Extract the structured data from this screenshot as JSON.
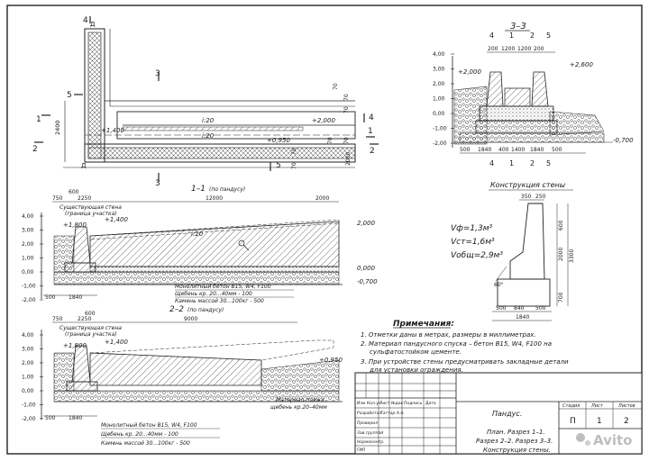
{
  "plan": {
    "sections": [
      "4",
      "5",
      "3",
      "5",
      "3",
      "4",
      "1",
      "1",
      "2",
      "2"
    ],
    "dims": [
      "2400",
      "70",
      "70",
      "70",
      "70",
      "70",
      "70",
      "70",
      "2000"
    ],
    "slope_top": "i:20",
    "slope_mid": "i:20",
    "marks": [
      "+2,000",
      "+1,400",
      "+0,950"
    ],
    "grid_letter": "Д",
    "grid_letter2": "Д"
  },
  "s33": {
    "title": "3–3",
    "sections_top": [
      "4",
      "1",
      "2",
      "5"
    ],
    "dims_top": [
      "200",
      "1200",
      "1200",
      "200"
    ],
    "marks": [
      "+2,000",
      "+2,600",
      "-0,700"
    ],
    "scale": [
      "4,00",
      "3,00",
      "2,00",
      "1,00",
      "0,00",
      "-1,00",
      "-2,00"
    ],
    "dims_bottom": [
      "500",
      "1840",
      "400",
      "1400",
      "1840",
      "500"
    ],
    "sections_bottom": [
      "4",
      "1",
      "2",
      "5"
    ]
  },
  "s11": {
    "title": "1–1",
    "subtitle": "(по пандусу)",
    "dims_top": [
      "600",
      "750",
      "2250",
      "12000",
      "2000"
    ],
    "wall_label": [
      "Существующая стена",
      "(граница участка)"
    ],
    "marks": [
      "+1,800",
      "+1,400",
      "2,000",
      "0,000",
      "-0,700"
    ],
    "slope": "i:20",
    "scale": [
      "4,00",
      "3,00",
      "2,00",
      "1,00",
      "0,00",
      "-1,00",
      "-2,00"
    ],
    "dims_bottom": [
      "500",
      "1840"
    ],
    "notes": [
      "Монолитный бетон B15, W4, F100",
      "Щебень кр. 20...40мм - 100",
      "Камень массой 30...100кг - 500"
    ]
  },
  "s22": {
    "title": "2–2",
    "subtitle": "(по пандусу)",
    "dims_top": [
      "600",
      "750",
      "2250",
      "9000"
    ],
    "wall_label": [
      "Существующая стена",
      "(граница участка)"
    ],
    "marks": [
      "+1,800",
      "+1,400",
      "+0,950"
    ],
    "scale": [
      "4,00",
      "3,00",
      "2,00",
      "1,00",
      "0,00",
      "-1,00",
      "-2,00"
    ],
    "dims_bottom": [
      "500",
      "1840"
    ],
    "notes": [
      "Монолитный бетон B15, W4, F100",
      "Щебень кр. 20...40мм - 100",
      "Камень массой 30...100кг - 500"
    ],
    "beach_note": [
      "Материал пляжа",
      "щебень кр.20–40мм"
    ]
  },
  "wall": {
    "title": "Конструкция стены",
    "dims_top": [
      "350",
      "250"
    ],
    "dims_right": [
      "600",
      "2000",
      "700",
      "3300"
    ],
    "angle": "60°",
    "dims_bottom": [
      "500",
      "840",
      "500",
      "1840"
    ],
    "volumes": [
      "Vф=1,3м³",
      "Vст=1,6м³",
      "Vобщ=2,9м³"
    ]
  },
  "notes": {
    "title": "Примечания:",
    "lines": [
      "1. Отметки даны в метрах, размеры в миллиметрах.",
      "2. Материал пандусного спуска – бетон B15, W4, F100 на",
      "сульфатостойком цементе.",
      "3. При устройстве стены предусматривать закладные детали",
      "для установки ограждения."
    ]
  },
  "stamp": {
    "headers": [
      "Изм",
      "Кол.уч",
      "Лист",
      "№док",
      "Подпись",
      "Дата"
    ],
    "roles": [
      "Разработал",
      "Проверил",
      "Зав.группой",
      "Нормоконтр.",
      "ГИП"
    ],
    "author": "Таттар А.А.",
    "name": "Пандус.",
    "contents": [
      "План. Разрез 1–1.",
      "Разрез 2–2. Разрез 3–3.",
      "Конструкция стены."
    ],
    "stage_h": "Стадия",
    "sheet_h": "Лист",
    "sheets_h": "Листов",
    "stage": "П",
    "sheet": "1",
    "sheets": "2"
  },
  "watermark": "Avito"
}
